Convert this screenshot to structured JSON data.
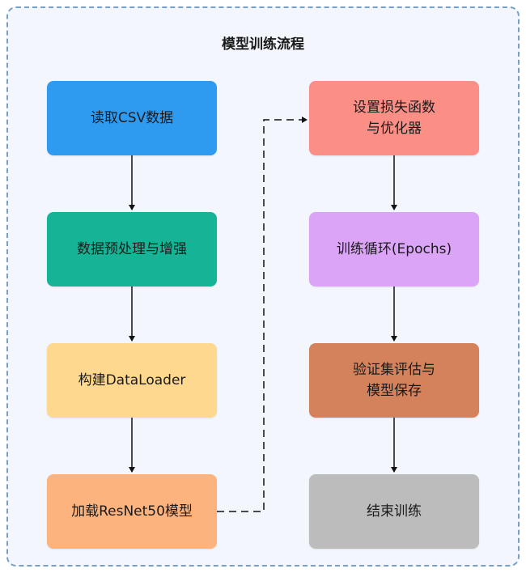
{
  "title": "模型训练流程",
  "nodes": {
    "read_csv": {
      "label": "读取CSV数据",
      "color": "#2f9bf0"
    },
    "preprocess": {
      "label": "数据预处理与增强",
      "color": "#16b496"
    },
    "dataloader": {
      "label": "构建DataLoader",
      "color": "#fdd88e"
    },
    "load_model": {
      "label": "加载ResNet50模型",
      "color": "#fcb37e"
    },
    "loss_optimizer": {
      "label": "设置损失函数\n与优化器",
      "color": "#fb8f86"
    },
    "train_loop": {
      "label": "训练循环(Epochs)",
      "color": "#dba4f6"
    },
    "validate_save": {
      "label": "验证集评估与\n模型保存",
      "color": "#d4825c"
    },
    "end_training": {
      "label": "结束训练",
      "color": "#bcbcbc"
    }
  },
  "edges": [
    {
      "from": "read_csv",
      "to": "preprocess",
      "style": "solid"
    },
    {
      "from": "preprocess",
      "to": "dataloader",
      "style": "solid"
    },
    {
      "from": "dataloader",
      "to": "load_model",
      "style": "solid"
    },
    {
      "from": "load_model",
      "to": "loss_optimizer",
      "style": "dashed"
    },
    {
      "from": "loss_optimizer",
      "to": "train_loop",
      "style": "solid"
    },
    {
      "from": "train_loop",
      "to": "validate_save",
      "style": "solid"
    },
    {
      "from": "validate_save",
      "to": "end_training",
      "style": "solid"
    }
  ]
}
